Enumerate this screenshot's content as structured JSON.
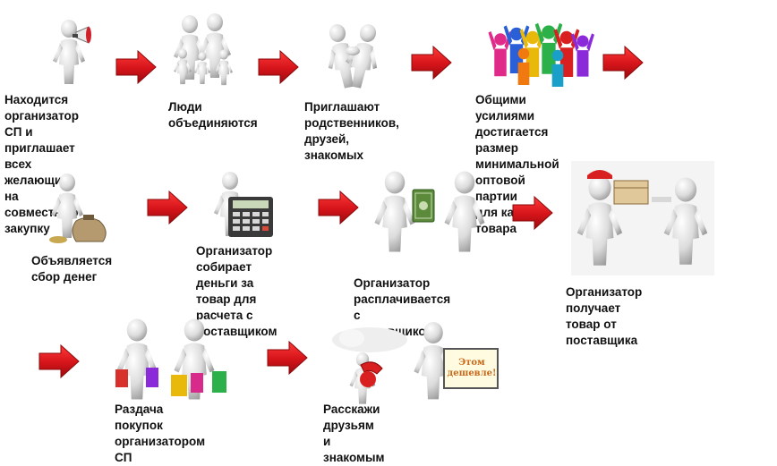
{
  "steps": [
    {
      "id": 1,
      "caption": "Находится организатор\nСП и приглашает всех\nжелающих на\nсовместную закупку"
    },
    {
      "id": 2,
      "caption": "Люди\nобъединяются"
    },
    {
      "id": 3,
      "caption": "Приглашают\nродственников,\nдрузей, знакомых"
    },
    {
      "id": 4,
      "caption": "Общими усилиями\nдостигается размер\nминимальной оптовой партии\nдля каждого товара"
    },
    {
      "id": 5,
      "caption": "Объявляется\nсбор денег"
    },
    {
      "id": 6,
      "caption": "Организатор\nсобирает деньги за\nтовар для расчета с\nпоставщиком"
    },
    {
      "id": 7,
      "caption": "Организатор расплачивается с\nпоставщиком"
    },
    {
      "id": 8,
      "caption": "Организатор получает\nтовар от поставщика"
    },
    {
      "id": 9,
      "caption": "Раздача покупок\nорганизатором СП"
    },
    {
      "id": 10,
      "caption": "Расскажи друзьям и знакомым"
    }
  ],
  "sign_text": "Этом дешевле!",
  "colors": {
    "arrow": "#d4141a",
    "figure": "#d8d8d8",
    "figure_dark": "#a9a9a9",
    "text": "#111111"
  },
  "icons": [
    "megaphone-icon",
    "family-icon",
    "handshake-icon",
    "crowd-icon",
    "money-bag-icon",
    "calculator-icon",
    "money-icon",
    "box-icon",
    "shopping-bags-icon",
    "phone-icon",
    "sign-icon"
  ]
}
